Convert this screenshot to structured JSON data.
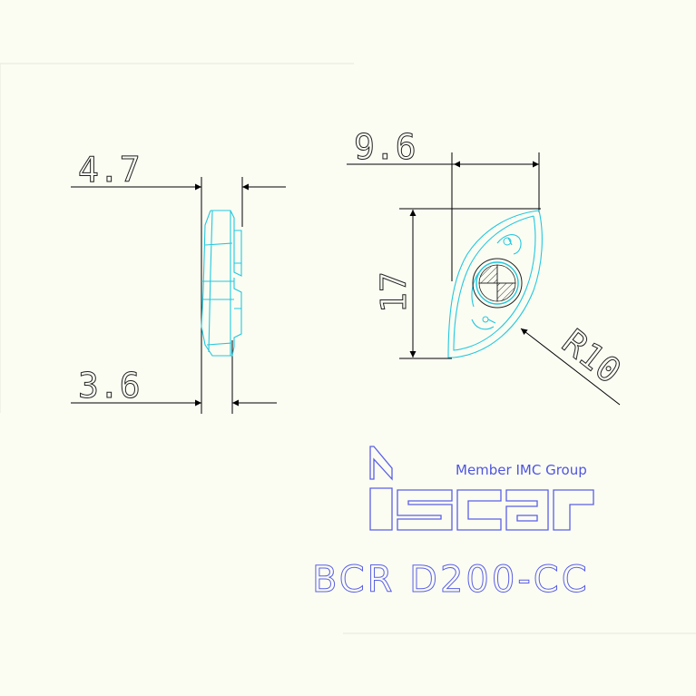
{
  "dimensions": {
    "left_top": "4.7",
    "left_bottom": "3.6",
    "right_width": "9.6",
    "right_height": "17",
    "radius": "R10"
  },
  "brand": {
    "tagline": "Member IMC Group",
    "logo_name": "iscar",
    "part_code": "BCR D200-CC"
  },
  "colors": {
    "outline": "#23c7df",
    "dimension_lines": "#000000",
    "brand": "#5a5fe6",
    "background": "#fbfdf3"
  }
}
